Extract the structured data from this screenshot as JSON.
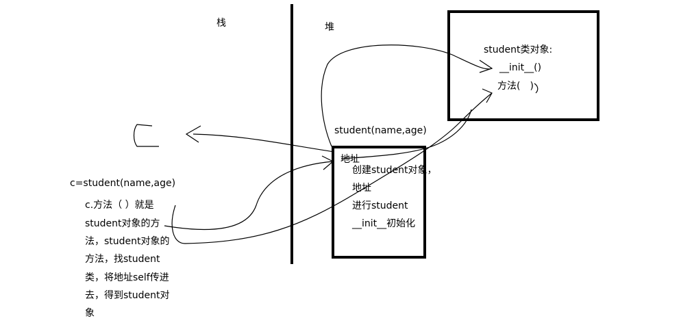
{
  "stack_label": "栈",
  "heap_label": "堆",
  "class_box": {
    "title": "student类对象:",
    "init": "__init__()",
    "method": "方法(　)"
  },
  "constructor_label": "student(name,age)",
  "instance_box": {
    "address": "地址",
    "lines": [
      "创建student对象，",
      "地址",
      "进行student",
      "__init__初始化"
    ]
  },
  "assignment": "c=student(name,age)",
  "explanation_lines": [
    "c.方法（ ）就是",
    "student对象的方",
    "法，student对象的",
    "方法，找student",
    "类，将地址self传进",
    "去，得到student对",
    "象"
  ]
}
